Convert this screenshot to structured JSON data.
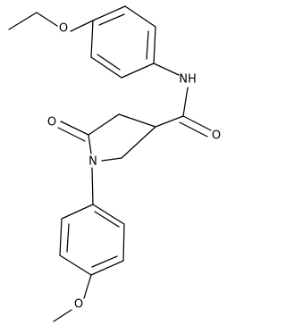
{
  "atoms": {
    "ether_oxygen_top": "O",
    "amide_nitrogen": "NH",
    "amide_carbonyl_oxygen": "O",
    "lactam_carbonyl_oxygen": "O",
    "pyrrolidine_nitrogen": "N",
    "methoxy_oxygen": "O"
  }
}
